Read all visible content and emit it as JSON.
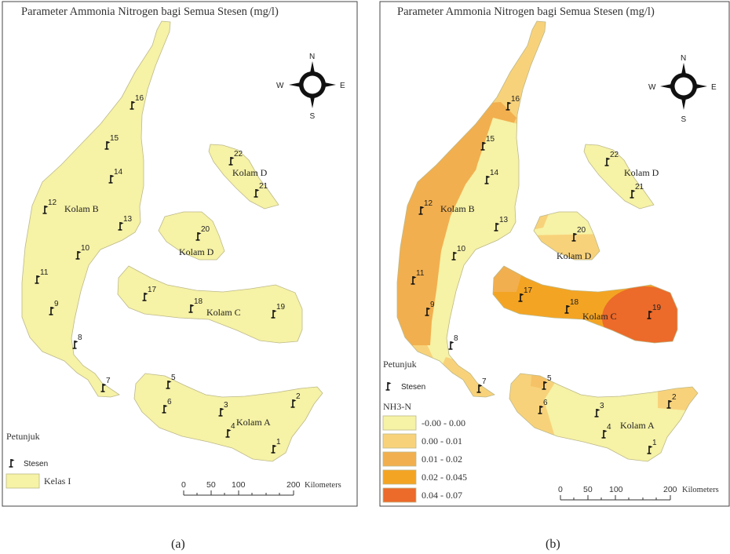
{
  "panels": [
    {
      "id": "a",
      "title": "Parameter Ammonia Nitrogen bagi Semua Stesen (mg/l)",
      "caption": "(a)",
      "ponds": {
        "kolam_b": "Kolam B",
        "kolam_d_upper": "Kolam D",
        "kolam_d_lower": "Kolam D",
        "kolam_c": "Kolam C",
        "kolam_a": "Kolam A"
      },
      "stations": [
        "1",
        "2",
        "3",
        "4",
        "5",
        "6",
        "7",
        "8",
        "9",
        "10",
        "11",
        "12",
        "13",
        "14",
        "15",
        "16",
        "17",
        "18",
        "19",
        "20",
        "21",
        "22"
      ],
      "legend": {
        "title": "Petunjuk",
        "station_label": "Stesen",
        "classes": [
          {
            "label": "Kelas I",
            "color": "#f6f2a6"
          }
        ]
      },
      "scale": {
        "ticks": [
          "0",
          "50",
          "100",
          "200"
        ],
        "unit": "Kilometers"
      },
      "compass": {
        "n": "N",
        "s": "S",
        "e": "E",
        "w": "W"
      }
    },
    {
      "id": "b",
      "title": "Parameter Ammonia Nitrogen bagi Semua Stesen (mg/l)",
      "caption": "(b)",
      "ponds": {
        "kolam_b": "Kolam B",
        "kolam_d_upper": "Kolam D",
        "kolam_d_lower": "Kolam D",
        "kolam_c": "Kolam C",
        "kolam_a": "Kolam A"
      },
      "stations": [
        "1",
        "2",
        "3",
        "4",
        "5",
        "6",
        "7",
        "8",
        "9",
        "10",
        "11",
        "12",
        "13",
        "14",
        "15",
        "16",
        "17",
        "18",
        "19",
        "20",
        "21",
        "22"
      ],
      "legend": {
        "title": "Petunjuk",
        "station_label": "Stesen",
        "param_title": "NH3-N",
        "classes": [
          {
            "label": "-0.00 - 0.00",
            "color": "#f6f2a6"
          },
          {
            "label": "0.00 - 0.01",
            "color": "#f8d27a"
          },
          {
            "label": "0.01 - 0.02",
            "color": "#f2af4f"
          },
          {
            "label": "0.02 - 0.045",
            "color": "#f4a423"
          },
          {
            "label": "0.04 - 0.07",
            "color": "#ec6a2a"
          }
        ]
      },
      "scale": {
        "ticks": [
          "0",
          "50",
          "100",
          "200"
        ],
        "unit": "Kilometers"
      },
      "compass": {
        "n": "N",
        "s": "S",
        "e": "E",
        "w": "W"
      }
    }
  ],
  "colors": {
    "kelas1": "#f6f2a6",
    "c001": "#f8d27a",
    "c002": "#f2af4f",
    "c0045": "#f4a423",
    "c007": "#ec6a2a"
  }
}
